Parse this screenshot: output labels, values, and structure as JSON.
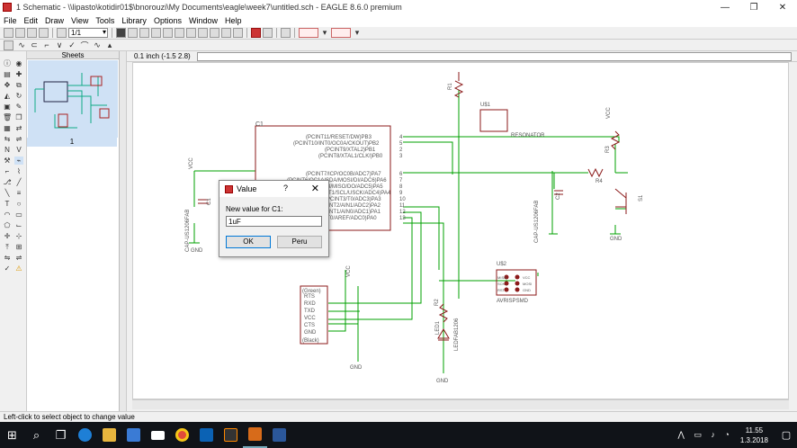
{
  "window": {
    "title": "1 Schematic - \\\\lipasto\\kotidir01$\\bnorouzi\\My Documents\\eagle\\week7\\untitled.sch - EAGLE 8.6.0 premium"
  },
  "menu": [
    "File",
    "Edit",
    "Draw",
    "View",
    "Tools",
    "Library",
    "Options",
    "Window",
    "Help"
  ],
  "toolbar": {
    "zoom_value": "1/1"
  },
  "sheets": {
    "header": "Sheets",
    "selected_sheet": "1"
  },
  "coords": {
    "readout": "0.1 inch (-1.5 2.8)"
  },
  "status": {
    "text": "Left-click to select object to change value"
  },
  "dialog": {
    "title": "Value",
    "help": "?",
    "close": "✕",
    "label": "New value for C1:",
    "value": "1uF",
    "ok": "OK",
    "cancel": "Peru"
  },
  "schematic": {
    "ic_name": "C1",
    "ic_pins_right": [
      "(PCINT11/RESET/DW)PB3",
      "(PCINT10/INT0/OC0A/CKOUT)PB2",
      "(PCINT9/XTAL2)PB1",
      "(PCINT8/XTAL1/CLKI)PB0"
    ],
    "ic_pins_right2": [
      "(PCINT7/ICP/OC0B/ADC7)PA7",
      "(PCINT6/OC1A/SDA/MOSI/DI/ADC6)PA6",
      "(PCINT5/OC1B/MISO/DO/ADC5)PA5",
      "(PCINT4/T1/SCL/USCK/ADC4)PA4",
      "(PCINT3/T0/ADC3)PA3",
      "(PCINT2/AIN1/ADC2)PA2",
      "(PCINT1/AIN0/ADC1)PA1",
      "(PCINT0/AREF/ADC0)PA0"
    ],
    "ic_pin_numbers": [
      "4",
      "5",
      "2",
      "3",
      "6",
      "7",
      "8",
      "9",
      "10",
      "11",
      "12",
      "13"
    ],
    "r1": "R1",
    "r2": "R2",
    "r3": "R3",
    "r4": "R4",
    "resonator_name": "U$1",
    "resonator_value": "RESONATOR",
    "c2": "C2",
    "c2_value": "CAP-US1206FAB",
    "c1_label": "C1",
    "c1_value": "CAP-US1206FAB",
    "switch": "S1",
    "isp_name": "U$2",
    "isp_value": "AVRISPSMD",
    "isp_pins": [
      "MISO",
      "SCK",
      "RST",
      "VCC",
      "MOSI",
      "GND"
    ],
    "led_name": "LED1",
    "led_value": "LEDFAB1206",
    "ftdi_top": "(Green)",
    "ftdi_bottom": "(Black)",
    "ftdi_pins": [
      "RTS",
      "RXD",
      "TXD",
      "VCC",
      "CTS",
      "GND"
    ],
    "vcc": "VCC",
    "gnd": "GND"
  },
  "taskbar": {
    "time": "11.55",
    "date": "1.3.2018"
  },
  "colors": {
    "net": "#00a000",
    "part": "#8b1a1a",
    "label": "#555555"
  }
}
